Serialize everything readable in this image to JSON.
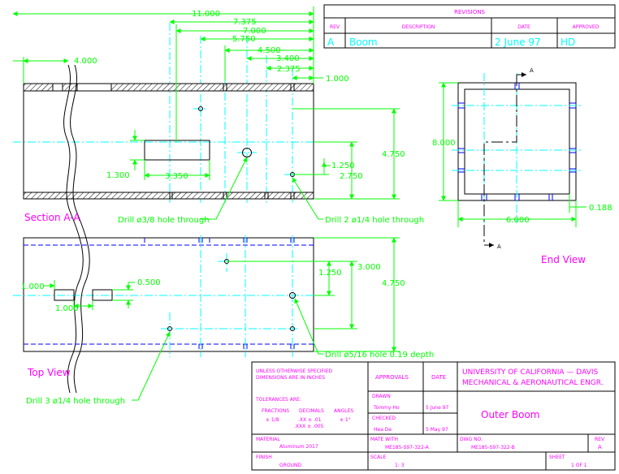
{
  "revisions": {
    "title": "REVISIONS",
    "headers": [
      "REV",
      "DESCRIPTION",
      "DATE",
      "APPROVED"
    ],
    "row": {
      "rev": "A",
      "description": "Boom",
      "date": "2 June 97",
      "approved": "HD"
    }
  },
  "dimensions": {
    "d11000": "11.000",
    "d7375": "7.375",
    "d7000": "7.000",
    "d5750": "5.750",
    "d4500": "4.500",
    "d3400": "3.400",
    "d2375": "2.375",
    "d1000r": "1.000",
    "d4000": "4.000",
    "d1250a": "1.250",
    "d4750a": "4.750",
    "d2750": "2.750",
    "d1300": "1.300",
    "d3350": "3.350",
    "d3000": "3.000",
    "d1250b": "1.250",
    "d4750b": "4.750",
    "d1000a": "1.000",
    "d1000b": "1.000",
    "d0500": "0.500",
    "d8000": "8.000",
    "d6000": "6.000",
    "d0188": "0.188"
  },
  "section_marks": {
    "top": "A",
    "bottom": "A"
  },
  "view_labels": {
    "section": "Section A-A",
    "top": "Top View",
    "end": "End View"
  },
  "notes": {
    "drill_38": "Drill ø3/8 hole through",
    "drill_2_14": "Drill 2 ø1/4 hole through",
    "drill_516": "Drill ø5/16 hole 0.19 depth",
    "drill_3_14": "Drill 3 ø1/4 hole through"
  },
  "title_block": {
    "unless_1": "UNLESS OTHERWISE SPECIFIED",
    "unless_2": "DIMENSIONS ARE IN INCHES",
    "tolerances": "TOLERANCES ARE:",
    "tol_fractions": "FRACTIONS",
    "tol_decimals": "DECIMALS",
    "tol_angles": "ANGLES",
    "tol_frac_val": "± 1/8",
    "tol_dec_1": ".XX ± .01",
    "tol_dec_2": ".XXX ± .005",
    "tol_ang_val": "± 1°",
    "approvals": "APPROVALS",
    "date_header": "DATE",
    "drawn": "DRAWN",
    "drawn_by": "Tommy Ho",
    "drawn_date": "5 June 97",
    "checked": "CHECKED",
    "checked_by": "Hea De",
    "checked_date": "5 May 97",
    "university_1": "UNIVERSITY OF CALIFORNIA — DAVIS",
    "university_2": "MECHANICAL & AERONAUTICAL ENGR.",
    "part_name": "Outer Boom",
    "material_label": "MATERIAL",
    "material": "Aluminum 2017",
    "finish_label": "FINISH",
    "finish": "GROUND",
    "mate_label": "MATE WITH",
    "mate": "ME185-S97-322-A",
    "dwg_label": "DWG NO.",
    "dwg": "ME185-S97-322-B",
    "rev_label": "REV",
    "rev": "A",
    "scale_label": "SCALE",
    "scale": "1: 3",
    "sheet_label": "SHEET",
    "sheet": "1 OF 1"
  },
  "colors": {
    "outline": "#000000",
    "dimension": "#00ff00",
    "center": "#00ffff",
    "hidden": "#0000ff",
    "text": "#ff00ff"
  }
}
